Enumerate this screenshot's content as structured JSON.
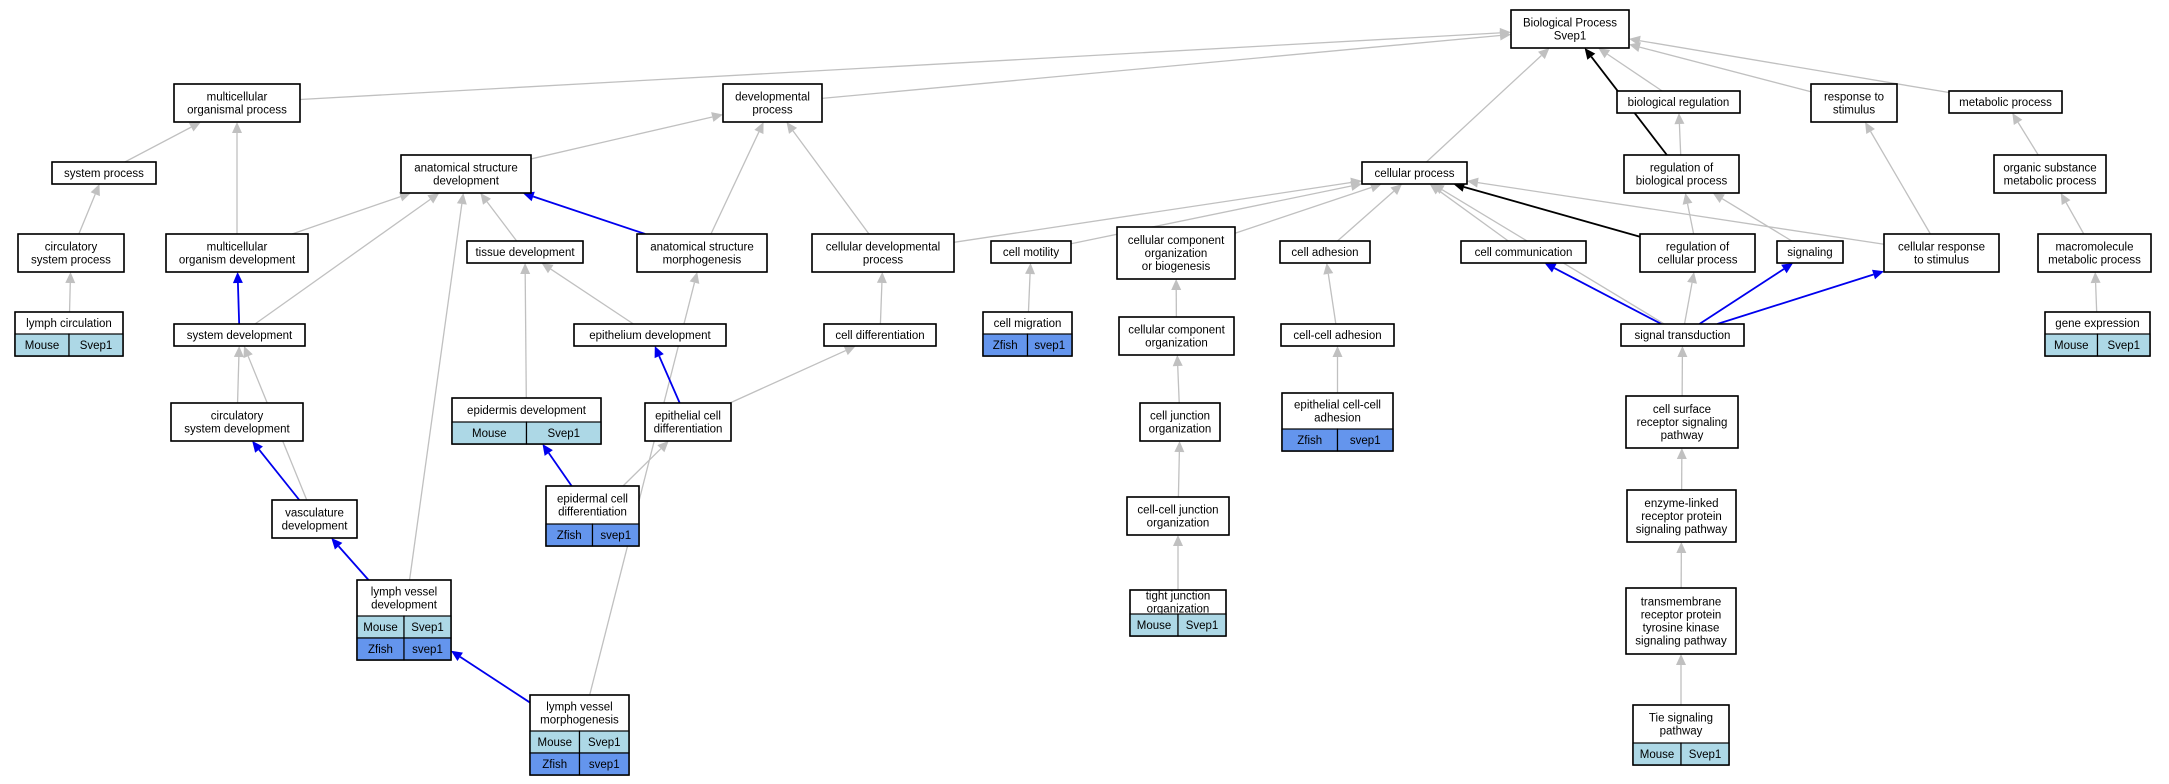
{
  "species_colors": {
    "Mouse": "#add8e6",
    "Zfish": "#6495ed"
  },
  "edge_colors": {
    "is_a": "#c0c0c0",
    "part_of": "#0000ee",
    "regulates": "#000000"
  },
  "nodes": [
    {
      "id": "bp",
      "lines": [
        "Biological Process",
        "Svep1"
      ]
    },
    {
      "id": "mop",
      "lines": [
        "multicellular",
        "organismal process"
      ]
    },
    {
      "id": "dp",
      "lines": [
        "developmental",
        "process"
      ]
    },
    {
      "id": "br",
      "lines": [
        "biological regulation"
      ]
    },
    {
      "id": "rts",
      "lines": [
        "response to",
        "stimulus"
      ]
    },
    {
      "id": "mp",
      "lines": [
        "metabolic process"
      ]
    },
    {
      "id": "sp",
      "lines": [
        "system process"
      ]
    },
    {
      "id": "asd",
      "lines": [
        "anatomical structure",
        "development"
      ]
    },
    {
      "id": "cp",
      "lines": [
        "cellular process"
      ]
    },
    {
      "id": "rbp",
      "lines": [
        "regulation of",
        "biological process"
      ]
    },
    {
      "id": "osmp",
      "lines": [
        "organic substance",
        "metabolic process"
      ]
    },
    {
      "id": "csp",
      "lines": [
        "circulatory",
        "system process"
      ]
    },
    {
      "id": "mod",
      "lines": [
        "multicellular",
        "organism development"
      ]
    },
    {
      "id": "td",
      "lines": [
        "tissue development"
      ]
    },
    {
      "id": "asm",
      "lines": [
        "anatomical structure",
        "morphogenesis"
      ]
    },
    {
      "id": "cdp",
      "lines": [
        "cellular developmental",
        "process"
      ]
    },
    {
      "id": "cm",
      "lines": [
        "cell motility"
      ]
    },
    {
      "id": "ccob",
      "lines": [
        "cellular component",
        "organization",
        "or biogenesis"
      ]
    },
    {
      "id": "ca",
      "lines": [
        "cell adhesion"
      ]
    },
    {
      "id": "cc",
      "lines": [
        "cell communication"
      ]
    },
    {
      "id": "rcp",
      "lines": [
        "regulation of",
        "cellular process"
      ]
    },
    {
      "id": "sig",
      "lines": [
        "signaling"
      ]
    },
    {
      "id": "crs",
      "lines": [
        "cellular response",
        "to stimulus"
      ]
    },
    {
      "id": "mmp",
      "lines": [
        "macromolecule",
        "metabolic process"
      ]
    },
    {
      "id": "lc",
      "lines": [
        "lymph circulation"
      ],
      "genes": [
        [
          "Mouse",
          "Svep1"
        ]
      ]
    },
    {
      "id": "sd",
      "lines": [
        "system development"
      ]
    },
    {
      "id": "ed",
      "lines": [
        "epithelium development"
      ]
    },
    {
      "id": "cd",
      "lines": [
        "cell differentiation"
      ]
    },
    {
      "id": "cmig",
      "lines": [
        "cell migration"
      ],
      "genes": [
        [
          "Zfish",
          "svep1"
        ]
      ]
    },
    {
      "id": "cco",
      "lines": [
        "cellular component",
        "organization"
      ]
    },
    {
      "id": "cca",
      "lines": [
        "cell-cell adhesion"
      ]
    },
    {
      "id": "st",
      "lines": [
        "signal transduction"
      ]
    },
    {
      "id": "ge",
      "lines": [
        "gene expression"
      ],
      "genes": [
        [
          "Mouse",
          "Svep1"
        ]
      ]
    },
    {
      "id": "csd",
      "lines": [
        "circulatory",
        "system development"
      ]
    },
    {
      "id": "epd",
      "lines": [
        "epidermis development"
      ],
      "genes": [
        [
          "Mouse",
          "Svep1"
        ]
      ]
    },
    {
      "id": "ecd",
      "lines": [
        "epithelial cell",
        "differentiation"
      ]
    },
    {
      "id": "cjo",
      "lines": [
        "cell junction",
        "organization"
      ]
    },
    {
      "id": "ecca",
      "lines": [
        "epithelial cell-cell",
        "adhesion"
      ],
      "genes": [
        [
          "Zfish",
          "svep1"
        ]
      ]
    },
    {
      "id": "csrsp",
      "lines": [
        "cell surface",
        "receptor signaling",
        "pathway"
      ]
    },
    {
      "id": "vd",
      "lines": [
        "vasculature",
        "development"
      ]
    },
    {
      "id": "edcd",
      "lines": [
        "epidermal cell",
        "differentiation"
      ],
      "genes": [
        [
          "Zfish",
          "svep1"
        ]
      ]
    },
    {
      "id": "ccjo",
      "lines": [
        "cell-cell junction",
        "organization"
      ]
    },
    {
      "id": "elrsp",
      "lines": [
        "enzyme-linked",
        "receptor protein",
        "signaling pathway"
      ]
    },
    {
      "id": "lvd",
      "lines": [
        "lymph vessel",
        "development"
      ],
      "genes": [
        [
          "Mouse",
          "Svep1"
        ],
        [
          "Zfish",
          "svep1"
        ]
      ]
    },
    {
      "id": "tjo",
      "lines": [
        "tight junction",
        "organization"
      ],
      "genes": [
        [
          "Mouse",
          "Svep1"
        ]
      ]
    },
    {
      "id": "tmrtk",
      "lines": [
        "transmembrane",
        "receptor protein",
        "tyrosine kinase",
        "signaling pathway"
      ]
    },
    {
      "id": "lvm",
      "lines": [
        "lymph vessel",
        "morphogenesis"
      ],
      "genes": [
        [
          "Mouse",
          "Svep1"
        ],
        [
          "Zfish",
          "svep1"
        ]
      ]
    },
    {
      "id": "tsp",
      "lines": [
        "Tie signaling",
        "pathway"
      ],
      "genes": [
        [
          "Mouse",
          "Svep1"
        ]
      ]
    }
  ],
  "edges": [
    {
      "from": "mop",
      "to": "bp",
      "type": "is_a"
    },
    {
      "from": "dp",
      "to": "bp",
      "type": "is_a"
    },
    {
      "from": "cp",
      "to": "bp",
      "type": "is_a"
    },
    {
      "from": "br",
      "to": "bp",
      "type": "is_a"
    },
    {
      "from": "rts",
      "to": "bp",
      "type": "is_a"
    },
    {
      "from": "mp",
      "to": "bp",
      "type": "is_a"
    },
    {
      "from": "rbp",
      "to": "bp",
      "type": "regulates"
    },
    {
      "from": "sp",
      "to": "mop",
      "type": "is_a"
    },
    {
      "from": "mod",
      "to": "mop",
      "type": "is_a"
    },
    {
      "from": "asd",
      "to": "dp",
      "type": "is_a"
    },
    {
      "from": "asm",
      "to": "dp",
      "type": "is_a"
    },
    {
      "from": "cdp",
      "to": "dp",
      "type": "is_a"
    },
    {
      "from": "rbp",
      "to": "br",
      "type": "is_a"
    },
    {
      "from": "crs",
      "to": "rts",
      "type": "is_a"
    },
    {
      "from": "osmp",
      "to": "mp",
      "type": "is_a"
    },
    {
      "from": "csp",
      "to": "sp",
      "type": "is_a"
    },
    {
      "from": "lc",
      "to": "csp",
      "type": "is_a"
    },
    {
      "from": "mod",
      "to": "asd",
      "type": "is_a"
    },
    {
      "from": "sd",
      "to": "asd",
      "type": "is_a"
    },
    {
      "from": "td",
      "to": "asd",
      "type": "is_a"
    },
    {
      "from": "asm",
      "to": "asd",
      "type": "part_of"
    },
    {
      "from": "lvd",
      "to": "asd",
      "type": "is_a"
    },
    {
      "from": "cdp",
      "to": "cp",
      "type": "is_a"
    },
    {
      "from": "cm",
      "to": "cp",
      "type": "is_a"
    },
    {
      "from": "ccob",
      "to": "cp",
      "type": "is_a"
    },
    {
      "from": "ca",
      "to": "cp",
      "type": "is_a"
    },
    {
      "from": "cc",
      "to": "cp",
      "type": "is_a"
    },
    {
      "from": "rcp",
      "to": "cp",
      "type": "regulates"
    },
    {
      "from": "crs",
      "to": "cp",
      "type": "is_a"
    },
    {
      "from": "st",
      "to": "cp",
      "type": "is_a"
    },
    {
      "from": "rcp",
      "to": "rbp",
      "type": "is_a"
    },
    {
      "from": "sig",
      "to": "rbp",
      "type": "is_a"
    },
    {
      "from": "mmp",
      "to": "osmp",
      "type": "is_a"
    },
    {
      "from": "sd",
      "to": "mod",
      "type": "part_of"
    },
    {
      "from": "epd",
      "to": "td",
      "type": "is_a"
    },
    {
      "from": "ed",
      "to": "td",
      "type": "is_a"
    },
    {
      "from": "lvm",
      "to": "asm",
      "type": "is_a"
    },
    {
      "from": "cd",
      "to": "cdp",
      "type": "is_a"
    },
    {
      "from": "cmig",
      "to": "cm",
      "type": "is_a"
    },
    {
      "from": "cco",
      "to": "ccob",
      "type": "is_a"
    },
    {
      "from": "cca",
      "to": "ca",
      "type": "is_a"
    },
    {
      "from": "st",
      "to": "cc",
      "type": "part_of"
    },
    {
      "from": "st",
      "to": "rcp",
      "type": "is_a"
    },
    {
      "from": "st",
      "to": "sig",
      "type": "part_of"
    },
    {
      "from": "st",
      "to": "crs",
      "type": "part_of"
    },
    {
      "from": "ge",
      "to": "mmp",
      "type": "is_a"
    },
    {
      "from": "csd",
      "to": "sd",
      "type": "is_a"
    },
    {
      "from": "vd",
      "to": "sd",
      "type": "is_a"
    },
    {
      "from": "ecd",
      "to": "ed",
      "type": "part_of"
    },
    {
      "from": "ecd",
      "to": "cd",
      "type": "is_a"
    },
    {
      "from": "cjo",
      "to": "cco",
      "type": "is_a"
    },
    {
      "from": "ecca",
      "to": "cca",
      "type": "is_a"
    },
    {
      "from": "csrsp",
      "to": "st",
      "type": "is_a"
    },
    {
      "from": "vd",
      "to": "csd",
      "type": "part_of"
    },
    {
      "from": "edcd",
      "to": "epd",
      "type": "part_of"
    },
    {
      "from": "edcd",
      "to": "ecd",
      "type": "is_a"
    },
    {
      "from": "ccjo",
      "to": "cjo",
      "type": "is_a"
    },
    {
      "from": "elrsp",
      "to": "csrsp",
      "type": "is_a"
    },
    {
      "from": "lvd",
      "to": "vd",
      "type": "part_of"
    },
    {
      "from": "tjo",
      "to": "ccjo",
      "type": "is_a"
    },
    {
      "from": "tmrtk",
      "to": "elrsp",
      "type": "is_a"
    },
    {
      "from": "lvm",
      "to": "lvd",
      "type": "part_of"
    },
    {
      "from": "tsp",
      "to": "tmrtk",
      "type": "is_a"
    }
  ]
}
